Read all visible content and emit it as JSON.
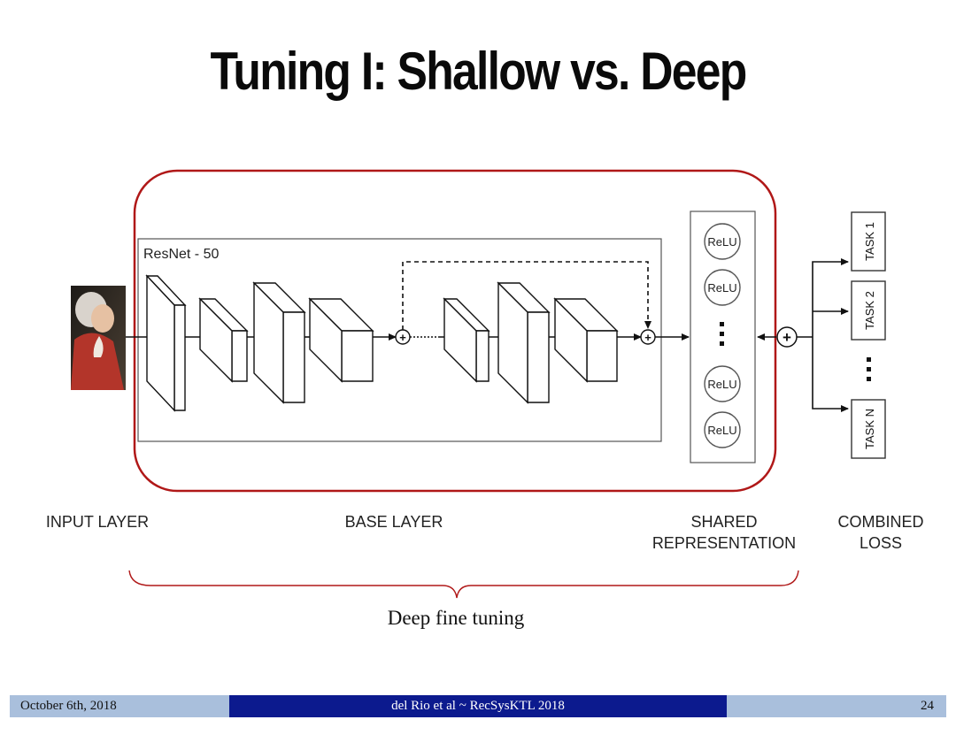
{
  "slide": {
    "title": "Tuning I: Shallow vs. Deep"
  },
  "diagram": {
    "network_name": "ResNet - 50",
    "relu_label": "ReLU",
    "plus_symbol": "+",
    "tasks": [
      "TASK 1",
      "TASK 2",
      "TASK N"
    ],
    "layer_labels": {
      "input": "INPUT LAYER",
      "base": "BASE LAYER",
      "shared_line1": "SHARED",
      "shared_line2": "REPRESENTATION",
      "combined_line1": "COMBINED",
      "combined_line2": "LOSS"
    },
    "brace_caption": "Deep fine tuning",
    "highlight_color": "#b01818"
  },
  "footer": {
    "date": "October 6th, 2018",
    "center": "del Rio et al ~ RecSysKTL 2018",
    "page_number": "24",
    "accent_color": "#0c1a8e",
    "side_color": "#a9bfdc"
  }
}
